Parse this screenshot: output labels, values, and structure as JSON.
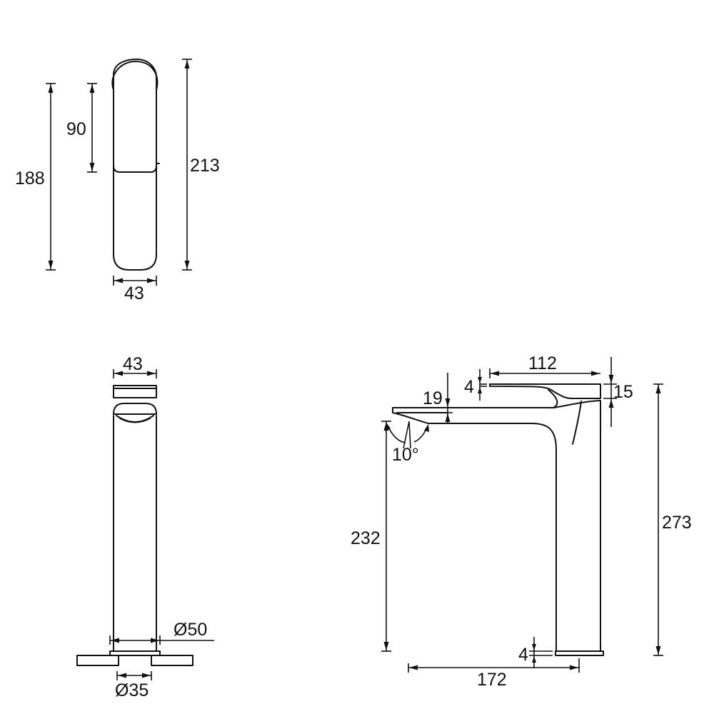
{
  "colors": {
    "line": "#111111",
    "background": "#ffffff"
  },
  "top_view": {
    "dim_overall_height": "213",
    "dim_body_height": "188",
    "dim_handle_height": "90",
    "dim_width": "43"
  },
  "front_view": {
    "dim_top_width": "43",
    "dim_base_diameter": "Ø50",
    "dim_hole_diameter": "Ø35"
  },
  "side_view": {
    "dim_lever_length": "112",
    "dim_lever_gap": "4",
    "dim_lever_thickness": "15",
    "dim_spout_thickness": "19",
    "dim_angle": "10°",
    "dim_spout_height": "232",
    "dim_total_height": "273",
    "dim_base_thickness": "4",
    "dim_projection": "172"
  }
}
